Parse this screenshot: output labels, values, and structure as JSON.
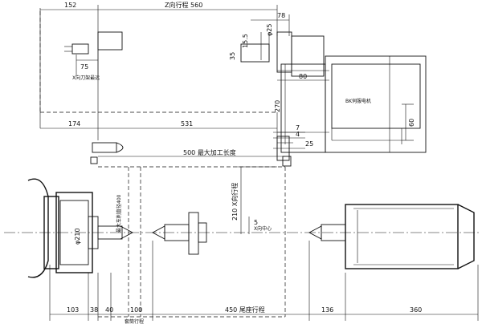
{
  "dimensions": {
    "top_152": "152",
    "top_560": "Z向行程 560",
    "top_78": "78",
    "dia_25": "φ25",
    "dim_15_5": "15.5",
    "dim_75": "75",
    "dim_35": "35",
    "dim_80": "80",
    "dim_270": "270",
    "dim_174": "174",
    "dim_531": "531",
    "dim_7": "7",
    "dim_4": "4",
    "dim_25": "25",
    "dim_60": "60",
    "dim_500": "500 最大加工长度",
    "dim_210": "210 X向行程",
    "dim_5": "5",
    "dia_210": "φ210",
    "dim_400": "最大车削直径400",
    "bot_103": "103",
    "bot_38": "38",
    "bot_40": "40",
    "bot_100": "100",
    "bot_450": "450 尾座行程",
    "bot_136": "136",
    "bot_360": "360"
  },
  "labels": {
    "tool_holder": "X向刀架最远",
    "motor": "BK伺服电机",
    "tailstock_travel": "尾座行程",
    "x_center": "X向中心",
    "quill": "套筒行程"
  }
}
